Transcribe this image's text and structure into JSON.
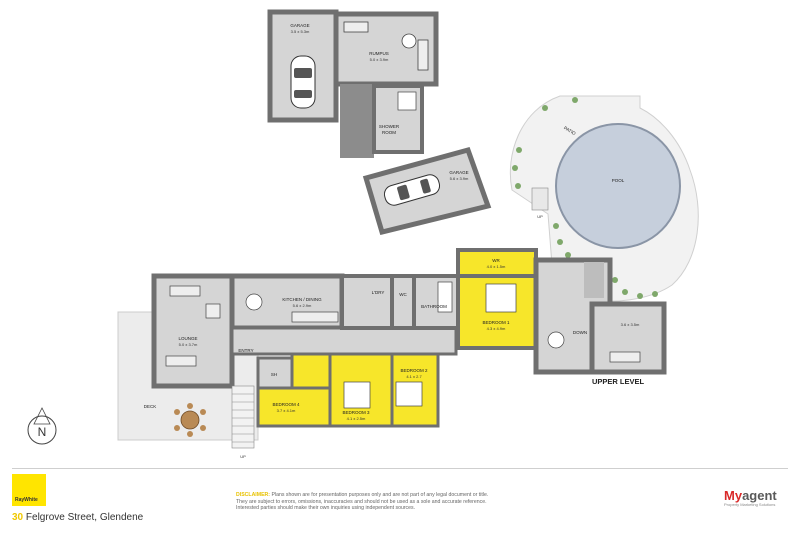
{
  "rooms": {
    "garage_top": {
      "name": "GARAGE",
      "dims": "3.5 x 5.3m"
    },
    "rumpus": {
      "name": "RUMPUS",
      "dims": "5.0 x 3.9m"
    },
    "shower": {
      "name": "SHOWER",
      "name2": "ROOM"
    },
    "garage_side": {
      "name": "GARAGE",
      "dims": "5.6 x 3.9m"
    },
    "patio": {
      "name": "PATIO"
    },
    "pool": {
      "name": "POOL"
    },
    "wr": {
      "name": "WR",
      "dims": "4.0 x 1.5m"
    },
    "bedroom1": {
      "name": "BEDROOM 1",
      "dims": "4.3 x 4.9m"
    },
    "kitchen": {
      "name": "KITCHEN / DINING",
      "dims": "5.6 x 2.9m"
    },
    "ldry": {
      "name": "L'DRY"
    },
    "wc": {
      "name": "WC"
    },
    "bathroom": {
      "name": "BATHROOM"
    },
    "lounge": {
      "name": "LOUNGE",
      "dims": "5.0 x 3.7m"
    },
    "entry": {
      "name": "ENTRY"
    },
    "down": {
      "name": "DOWN"
    },
    "family": {
      "dims": "3.6 x 3.5m"
    },
    "bedroom4": {
      "name": "BEDROOM 4",
      "dims": "3.7 x 4.1m"
    },
    "bedroom3": {
      "name": "BEDROOM 3",
      "dims": "4.1 x 2.5m"
    },
    "bedroom2": {
      "name": "BEDROOM 2",
      "dims": "4.1 x 2.7"
    },
    "deck": {
      "name": "DECK"
    },
    "sh": {
      "name": "SH"
    }
  },
  "labels": {
    "upper_level": "UPPER LEVEL",
    "up": "UP",
    "north": "N"
  },
  "footer": {
    "logo_text": "RayWhite",
    "address_num": "30",
    "address_rest": "Felgrove Street, Glendene",
    "disclaimer_head": "DISCLAIMER:",
    "disclaimer_1": "Plans shown are for presentation purposes only and are not part of any legal document or title.",
    "disclaimer_2": "They are subject to errors, omissions, inaccuracies and should not be used as a sole and accurate reference.",
    "disclaimer_3": "Interested parties should make their own inquiries using independent sources.",
    "brand_m": "My",
    "brand_rest": "agent",
    "brand_tag": "Property Marketing Solutions"
  },
  "colors": {
    "wall": "#7a7a7a",
    "floor": "#d5d5d5",
    "highlight": "#f7e62a",
    "pool": "#c6cfdc",
    "accent": "#f0c800"
  }
}
